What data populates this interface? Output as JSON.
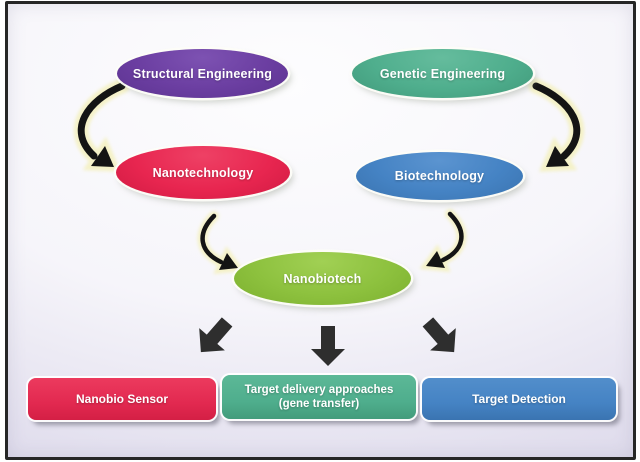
{
  "title": "Nanobiotechnology convergence diagram",
  "palette": {
    "purple": "#6B3EA1",
    "teal": "#4FAE8D",
    "red": "#E82650",
    "blue": "#4583C4",
    "lime_green": "#8DC13E",
    "arrow_black": "#141414",
    "block_arrow_gray": "#2E2E2E",
    "arrow_glow_yellow": "#F4F1C2",
    "background_lavender": "#DCD9EB",
    "frame_border": "#262626",
    "text_white": "#FFFFFF"
  },
  "nodes": {
    "structural": {
      "label": "Structural Engineering",
      "color": "#6B3EA1"
    },
    "genetic": {
      "label": "Genetic Engineering",
      "color": "#4FAE8D"
    },
    "nanotech": {
      "label": "Nanotechnology",
      "color": "#E82650"
    },
    "biotech": {
      "label": "Biotechnology",
      "color": "#4583C4"
    },
    "nanobiotech": {
      "label": "Nanobiotech",
      "color": "#8DC13E"
    }
  },
  "outputs": {
    "sensor": {
      "label": "Nanobio Sensor",
      "color": "#E82650"
    },
    "delivery": {
      "line1": "Target delivery approaches",
      "line2": "(gene transfer)",
      "color": "#4FAE8D"
    },
    "detection": {
      "label": "Target Detection",
      "color": "#4583C4"
    }
  },
  "edges": [
    "structural-to-nanotechnology",
    "genetic-to-biotechnology",
    "nanotechnology-to-nanobiotech",
    "biotechnology-to-nanobiotech",
    "nanobiotech-to-nanobio-sensor",
    "nanobiotech-to-target-delivery",
    "nanobiotech-to-target-detection"
  ]
}
